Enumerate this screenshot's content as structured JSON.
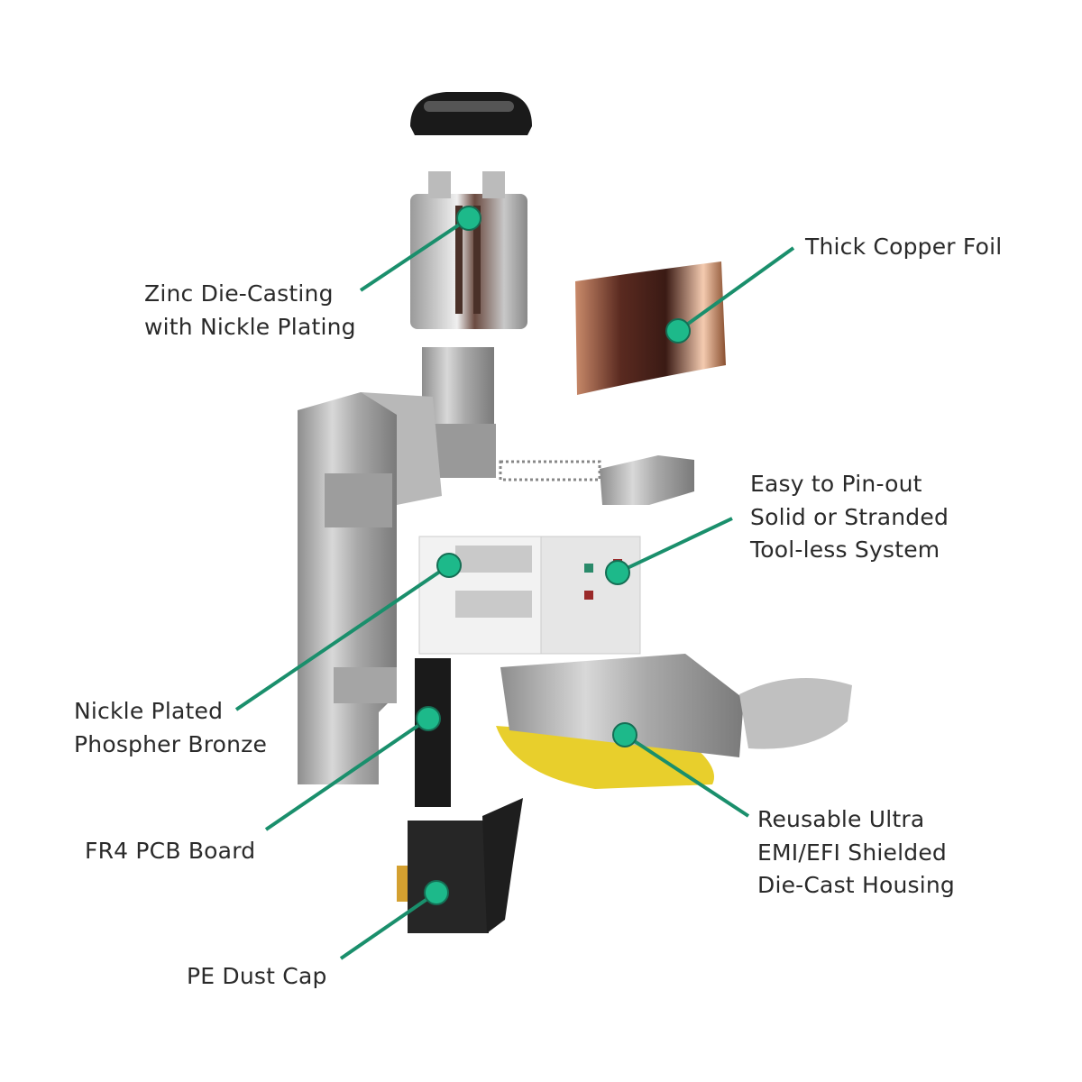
{
  "colors": {
    "accent_dot": "#1db98a",
    "accent_line": "#1a8f6c",
    "text": "#2a2a2a"
  },
  "labels": {
    "copper_foil": [
      "Thick Copper Foil"
    ],
    "zinc": [
      "Zinc Die-Casting",
      "with Nickle Plating"
    ],
    "pinout": [
      "Easy to Pin-out",
      "Solid or Stranded",
      "Tool-less System"
    ],
    "nickle": [
      "Nickle Plated",
      "Phospher Bronze"
    ],
    "pcb": [
      "FR4 PCB Board"
    ],
    "housing": [
      "Reusable Ultra",
      "EMI/EFI Shielded",
      "Die-Cast Housing"
    ],
    "dust_cap": [
      "PE Dust Cap"
    ]
  }
}
